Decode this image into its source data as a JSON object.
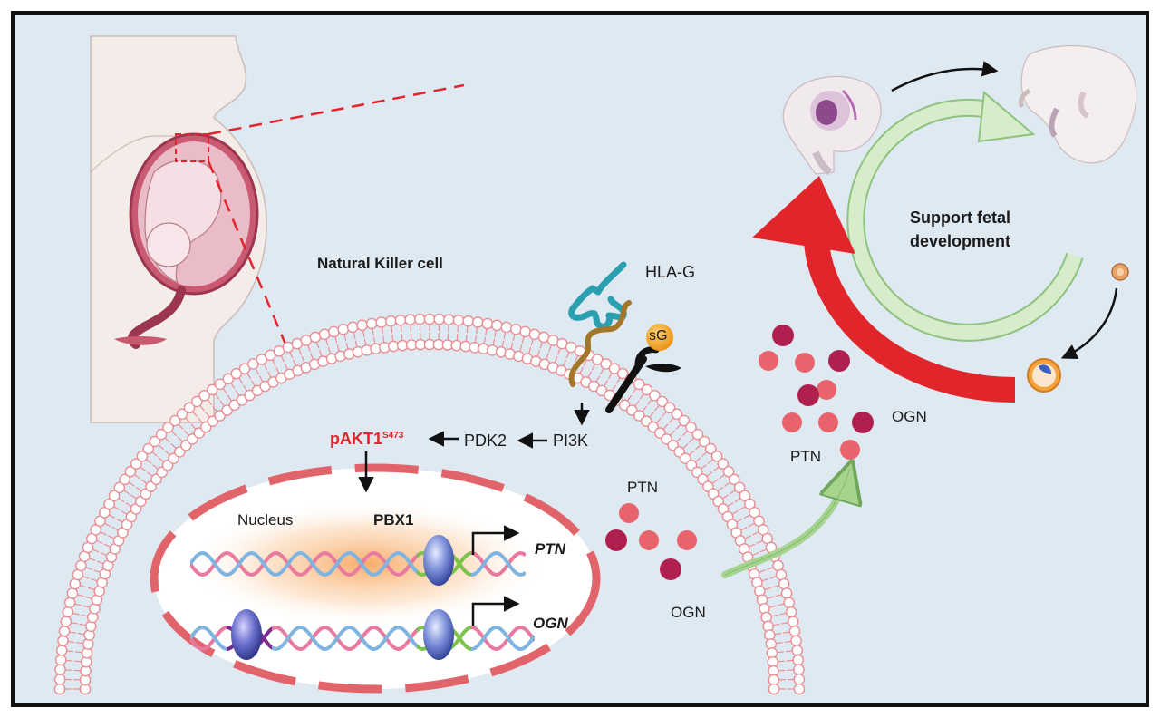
{
  "labels": {
    "nk_cell": "Natural Killer cell",
    "hla_g": "HLA-G",
    "sg": "sG",
    "pakt1": "pAKT1",
    "pakt1_sup": "S473",
    "pdk2": "PDK2",
    "pi3k": "PI3K",
    "nucleus": "Nucleus",
    "pbx1": "PBX1",
    "ptn_gene": "PTN",
    "ogn_gene": "OGN",
    "ptn_inside": "PTN",
    "ogn_inside": "OGN",
    "ptn_outside": "PTN",
    "ogn_outside": "OGN",
    "support_line1": "Support fetal",
    "support_line2": "development"
  },
  "colors": {
    "background": "#dfe9f2",
    "frame": "#111111",
    "membrane": "#e98f94",
    "nucleus_rim": "#e2646b",
    "red_arrow": "#e0262b",
    "green_cycle": "#cfe8c4",
    "green_cycle_stroke": "#8fc27e",
    "ptn_dot": "#e8636b",
    "ogn_dot": "#b0204f",
    "hla_g": "#2a9fb0",
    "receptor_brown": "#a3772a",
    "sg_orange": "#f0a020",
    "dna_pink": "#e87aa0",
    "dna_blue": "#7fb4e0",
    "dna_green": "#7dc24a",
    "dna_purple": "#7a2a8a",
    "histone": "#4a5cb0"
  },
  "icons": [
    "pregnant-woman-icon",
    "fetus-icon",
    "embryo-icon",
    "blastocyst-icon",
    "morula-icon"
  ]
}
